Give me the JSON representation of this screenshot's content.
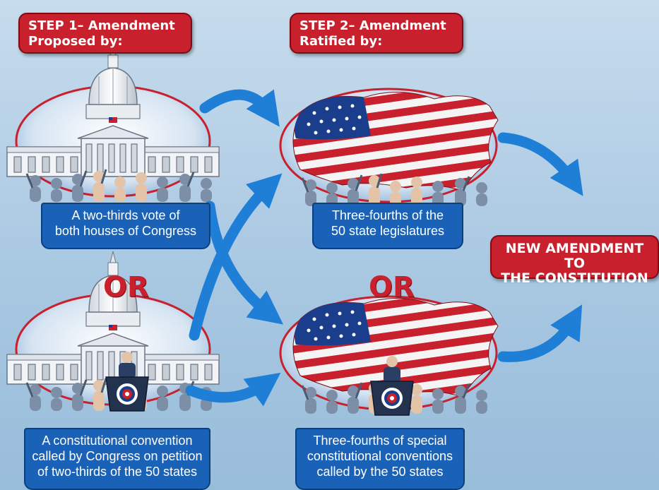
{
  "diagram": {
    "step1": {
      "line1": "STEP 1– Amendment",
      "line2": "Proposed by:"
    },
    "step2": {
      "line1": "STEP 2– Amendment",
      "line2": "Ratified by:"
    },
    "or_label": "OR",
    "proposal_methods": [
      {
        "lines": [
          "A two-thirds vote of",
          "both houses of Congress"
        ]
      },
      {
        "lines": [
          "A constitutional convention",
          "called by Congress on petition",
          "of two-thirds of the 50 states"
        ]
      }
    ],
    "ratification_methods": [
      {
        "lines": [
          "Three-fourths of the",
          "50 state legislatures"
        ]
      },
      {
        "lines": [
          "Three-fourths of special",
          "constitutional conventions",
          "called by the 50 states"
        ]
      }
    ],
    "result": {
      "line1": "NEW AMENDMENT TO",
      "line2": "THE CONSTITUTION"
    }
  },
  "colors": {
    "banner_red": "#c8202c",
    "caption_blue": "#1a62b8",
    "arrow_blue": "#1f7fd6",
    "background": "#b3cfe6"
  },
  "icons": [
    "capitol-building-icon",
    "us-flag-map-icon",
    "crowd-icon",
    "podium-speaker-icon"
  ]
}
